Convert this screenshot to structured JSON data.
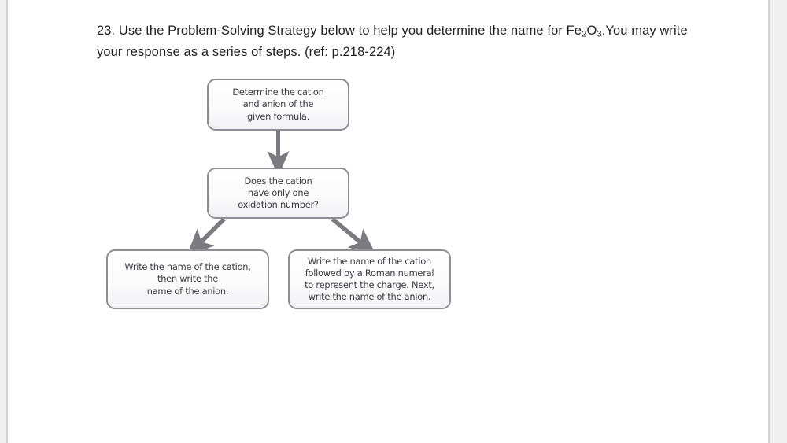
{
  "document": {
    "question_number": "23.",
    "question_text_before_formula": "23. Use the Problem-Solving Strategy below to help you determine the name for Fe",
    "formula": {
      "element_1": "Fe",
      "subscript_1": "2",
      "element_2": "O",
      "subscript_2": "3"
    },
    "question_line1_tail": ".You may write",
    "question_line2": "your response as a series of steps. (ref: p.218-224)",
    "reference": "(ref: p.218-224)"
  },
  "flowchart": {
    "title": "Problem-Solving Strategy",
    "nodes": [
      {
        "id": "determine",
        "lines": [
          "Determine the cation",
          "and anion of the",
          "given formula."
        ]
      },
      {
        "id": "question",
        "lines": [
          "Does the cation",
          "have only one",
          "oxidation number?"
        ]
      },
      {
        "id": "single-oxidation",
        "lines": [
          "Write the name of the cation,",
          "then write the",
          "name of the anion."
        ]
      },
      {
        "id": "roman-numeral",
        "lines": [
          "Write the name of the cation",
          "followed by a Roman numeral",
          "to represent the charge. Next,",
          "write the name of the anion."
        ]
      }
    ],
    "connectors": [
      {
        "from": "determine",
        "to": "question",
        "direction": "down"
      },
      {
        "from": "question",
        "to": "single-oxidation",
        "direction": "down-left"
      },
      {
        "from": "question",
        "to": "roman-numeral",
        "direction": "down-right"
      }
    ]
  },
  "colors": {
    "page_background": "#ffffff",
    "canvas_background": "#f0f0f0",
    "page_border": "#d2d2d2",
    "text": "#231f20",
    "node_text": "#3a3a42",
    "node_border": "#8e8e96",
    "node_fill": "#fbfbfc",
    "arrow": "#7a7a80"
  }
}
